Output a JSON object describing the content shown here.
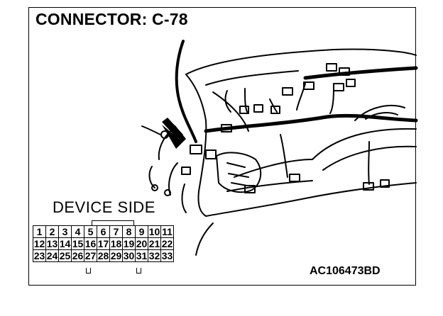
{
  "title": "CONNECTOR: C-78",
  "device_side_label": "DEVICE SIDE",
  "figure_code": "AC106473BD",
  "pinout": {
    "row1": [
      "1",
      "2",
      "3",
      "4",
      "5",
      "6",
      "7",
      "8",
      "9",
      "10",
      "11"
    ],
    "row2": [
      "12",
      "13",
      "14",
      "15",
      "16",
      "17",
      "18",
      "19",
      "20",
      "21",
      "22"
    ],
    "row3": [
      "23",
      "24",
      "25",
      "26",
      "27",
      "28",
      "29",
      "30",
      "31",
      "32",
      "33"
    ]
  },
  "icons": [
    "arrow-pointer-icon"
  ]
}
